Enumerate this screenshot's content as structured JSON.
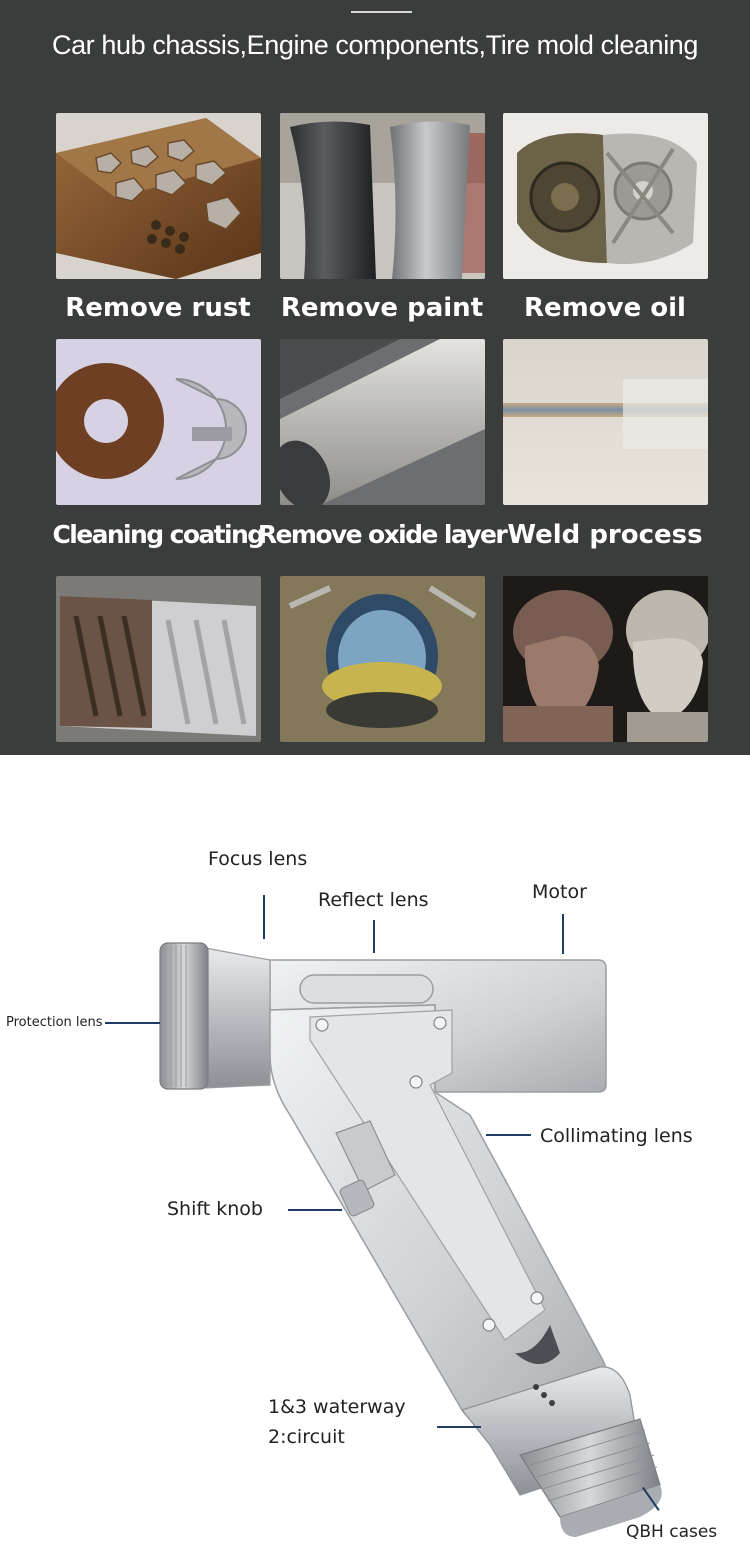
{
  "top_panel": {
    "headline": "Car hub chassis,Engine components,Tire mold cleaning",
    "row1_captions": [
      "Remove rust",
      "Remove paint",
      "Remove oil"
    ],
    "row2_captions": [
      "Cleaning coating",
      "Remove oxide layer",
      "Weld process"
    ]
  },
  "diagram": {
    "labels": {
      "focus_lens": "Focus lens",
      "reflect_lens": "Reflect lens",
      "motor": "Motor",
      "protection_lens": "Protection lens",
      "collimating_lens": "Collimating lens",
      "shift_knob": "Shift knob",
      "waterway": "1&3 waterway",
      "circuit": "2:circuit",
      "qbh_cases": "QBH cases"
    },
    "line_color": "#1f3b66"
  },
  "colors": {
    "panel_bg": "#3b3d3d",
    "text_light": "#ffffff"
  }
}
